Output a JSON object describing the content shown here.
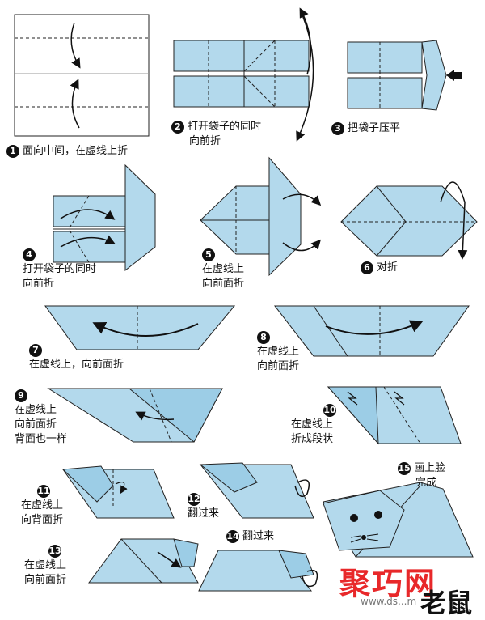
{
  "steps": [
    {
      "num": "1",
      "text": "面向中间，在虚线上折"
    },
    {
      "num": "2",
      "text": "打开袋子的同时",
      "text2": "向前折"
    },
    {
      "num": "3",
      "text": "把袋子压平"
    },
    {
      "num": "4",
      "text": "打开袋子的同时",
      "text2": "向前折"
    },
    {
      "num": "5",
      "text": "在虚线上",
      "text2": "向前面折"
    },
    {
      "num": "6",
      "text": "对折"
    },
    {
      "num": "7",
      "text": "在虚线上，向前面折"
    },
    {
      "num": "8",
      "text": "在虚线上",
      "text2": "向前面折"
    },
    {
      "num": "9",
      "text": "在虚线上",
      "text2": "向前面折",
      "text3": "背面也一样"
    },
    {
      "num": "10",
      "text": "在虚线上",
      "text2": "折成段状"
    },
    {
      "num": "11",
      "text": "在虚线上",
      "text2": "向背面折"
    },
    {
      "num": "12",
      "text": "翻过来"
    },
    {
      "num": "13",
      "text": "在虚线上",
      "text2": "向前面折"
    },
    {
      "num": "14",
      "text": "翻过来"
    },
    {
      "num": "15",
      "text": "画上脸",
      "text2": "完成"
    }
  ],
  "title": "老鼠",
  "watermark": "聚巧网",
  "watermark_url": "www.ds...m",
  "colors": {
    "paper": "#b3d9ec",
    "line": "#222222",
    "accent": "#e8282a"
  }
}
